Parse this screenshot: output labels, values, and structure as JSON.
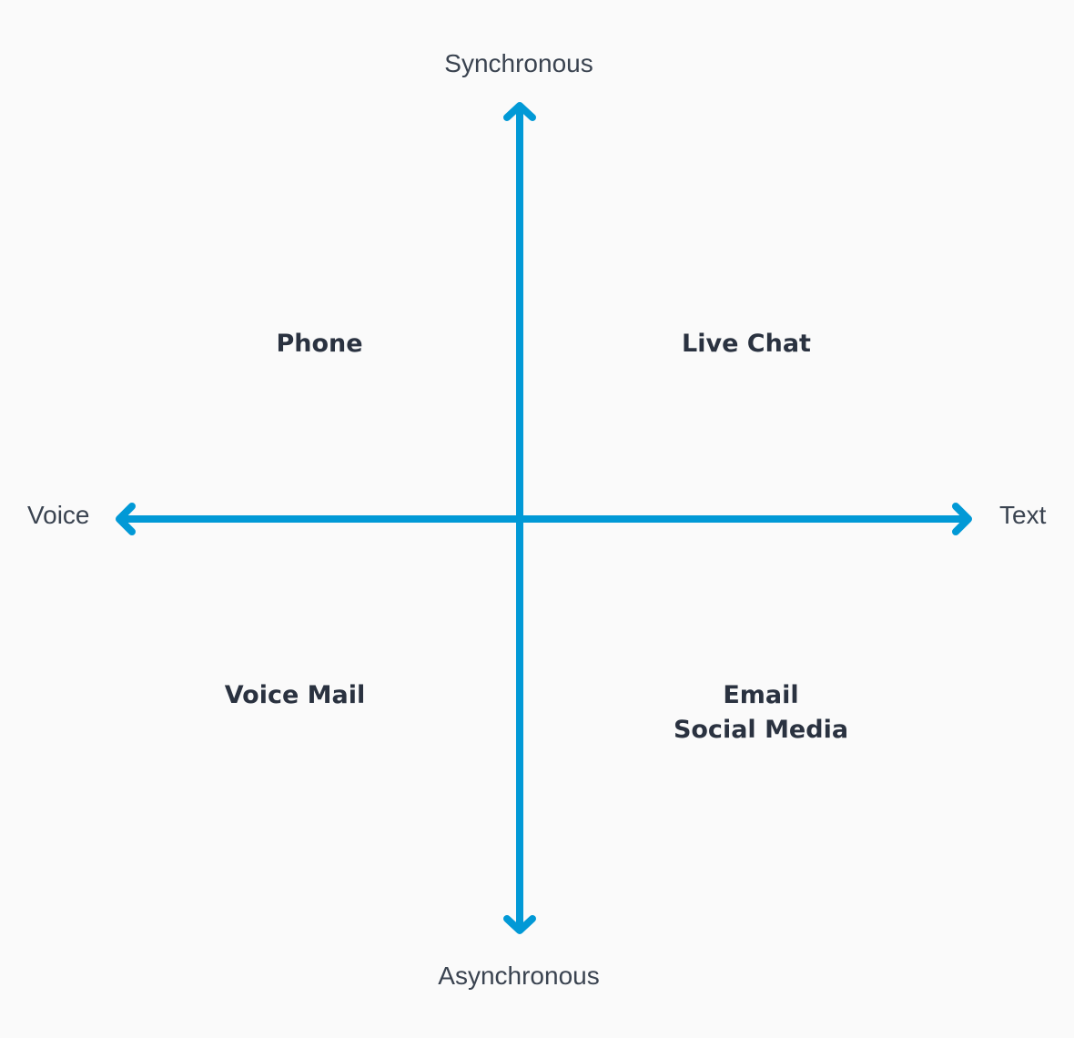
{
  "axes": {
    "top": "Synchronous",
    "bottom": "Asynchronous",
    "left": "Voice",
    "right": "Text",
    "color": "#0199d6"
  },
  "quadrants": {
    "top_left": "Phone",
    "top_right": "Live Chat",
    "bottom_left": "Voice Mail",
    "bottom_right": [
      "Email",
      "Social Media"
    ]
  },
  "colors": {
    "background": "#fafafa",
    "label_text": "#2a3240"
  }
}
